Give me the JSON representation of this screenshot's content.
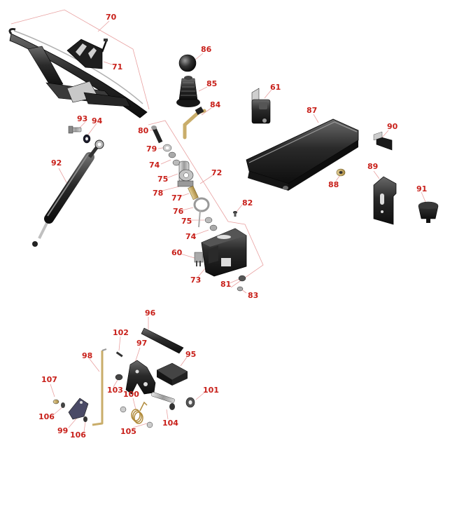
{
  "colors": {
    "label": "#c8201a",
    "leader": "#e8a0a0",
    "part_dark": "#1c1c1c",
    "part_mid": "#5a5a5a",
    "part_light": "#b8b8b8",
    "brass": "#c9ad6a"
  },
  "callouts": [
    {
      "id": "c70",
      "text": "70"
    },
    {
      "id": "c71",
      "text": "71"
    },
    {
      "id": "c86",
      "text": "86"
    },
    {
      "id": "c85",
      "text": "85"
    },
    {
      "id": "c84",
      "text": "84"
    },
    {
      "id": "c61",
      "text": "61"
    },
    {
      "id": "c87",
      "text": "87"
    },
    {
      "id": "c93",
      "text": "93"
    },
    {
      "id": "c94",
      "text": "94"
    },
    {
      "id": "c80",
      "text": "80"
    },
    {
      "id": "c90",
      "text": "90"
    },
    {
      "id": "c79",
      "text": "79"
    },
    {
      "id": "c92",
      "text": "92"
    },
    {
      "id": "c74a",
      "text": "74"
    },
    {
      "id": "c72",
      "text": "72"
    },
    {
      "id": "c75a",
      "text": "75"
    },
    {
      "id": "c89",
      "text": "89"
    },
    {
      "id": "c88",
      "text": "88"
    },
    {
      "id": "c78",
      "text": "78"
    },
    {
      "id": "c77",
      "text": "77"
    },
    {
      "id": "c91",
      "text": "91"
    },
    {
      "id": "c82",
      "text": "82"
    },
    {
      "id": "c76",
      "text": "76"
    },
    {
      "id": "c75b",
      "text": "75"
    },
    {
      "id": "c74b",
      "text": "74"
    },
    {
      "id": "c60",
      "text": "60"
    },
    {
      "id": "c73",
      "text": "73"
    },
    {
      "id": "c81",
      "text": "81"
    },
    {
      "id": "c83",
      "text": "83"
    },
    {
      "id": "c96",
      "text": "96"
    },
    {
      "id": "c102",
      "text": "102"
    },
    {
      "id": "c97",
      "text": "97"
    },
    {
      "id": "c98",
      "text": "98"
    },
    {
      "id": "c95",
      "text": "95"
    },
    {
      "id": "c107",
      "text": "107"
    },
    {
      "id": "c103",
      "text": "103"
    },
    {
      "id": "c101",
      "text": "101"
    },
    {
      "id": "c100",
      "text": "100"
    },
    {
      "id": "c106a",
      "text": "106"
    },
    {
      "id": "c104",
      "text": "104"
    },
    {
      "id": "c99",
      "text": "99"
    },
    {
      "id": "c106b",
      "text": "106"
    },
    {
      "id": "c105",
      "text": "105"
    }
  ]
}
